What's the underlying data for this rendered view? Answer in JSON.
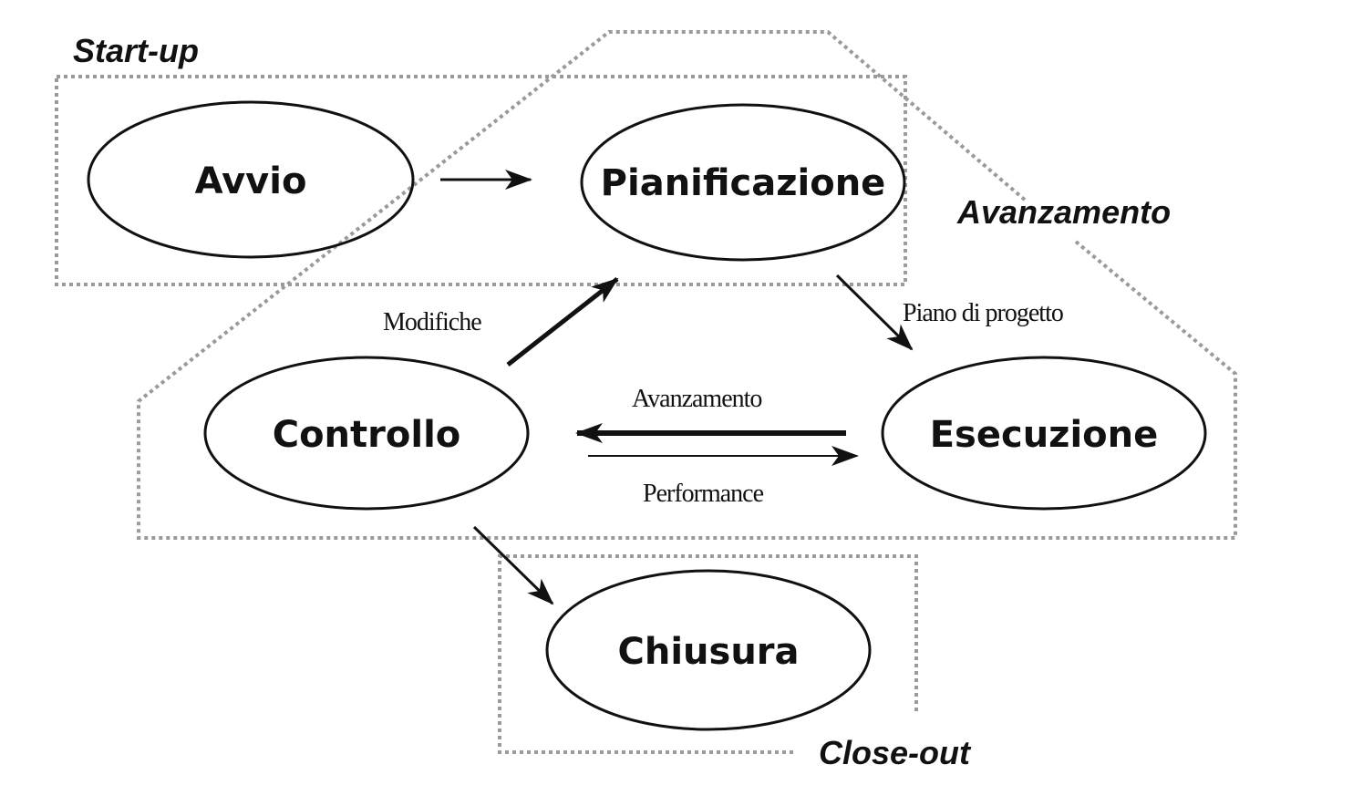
{
  "groups": {
    "startup": "Start-up",
    "avanzamento": "Avanzamento",
    "closeout": "Close-out"
  },
  "nodes": {
    "avvio": "Avvio",
    "pianificazione": "Pianificazione",
    "controllo": "Controllo",
    "esecuzione": "Esecuzione",
    "chiusura": "Chiusura"
  },
  "edges": {
    "modifiche": "Modifiche",
    "piano": "Piano di progetto",
    "avanzamento": "Avanzamento",
    "performance": "Performance"
  },
  "colors": {
    "line": "#111111",
    "group_border": "#9a9a9a"
  }
}
